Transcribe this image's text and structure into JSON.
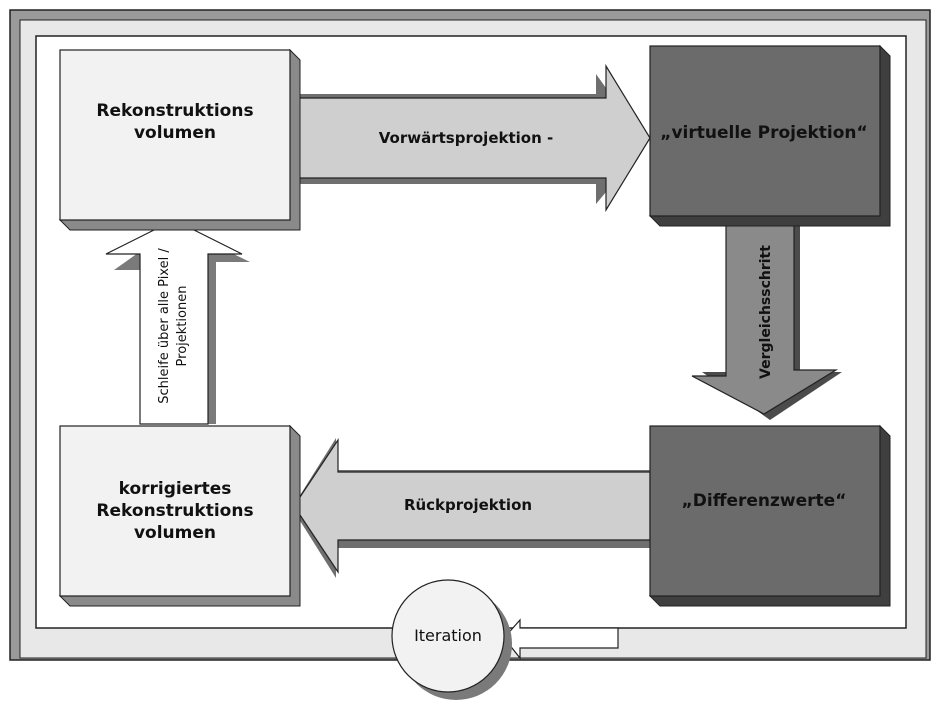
{
  "nodes": {
    "reconstruction_volume": {
      "lines": [
        "Rekonstruktions",
        "volumen"
      ]
    },
    "virtual_projection": {
      "label": "„virtuelle Projektion“"
    },
    "difference_values": {
      "label": "„Differenzwerte“"
    },
    "corrected_volume": {
      "lines": [
        "korrigiertes",
        "Rekonstruktions",
        "volumen"
      ]
    },
    "iteration": {
      "label": "Iteration"
    }
  },
  "edges": {
    "forward_projection": {
      "label": "Vorwärtsprojektion -"
    },
    "comparison_step": {
      "label": "Vergleichsschritt"
    },
    "back_projection": {
      "label": "Rückprojektion"
    },
    "loop": {
      "lines": [
        "Schleife über alle Pixel /",
        "Projektionen"
      ]
    }
  },
  "colors": {
    "light_box": "#f2f2f2",
    "dark_box": "#6b6b6b",
    "arrow_fill": "#c8c8c8",
    "shadow": "#8a8a8a",
    "dark_shadow": "#3f3f3f"
  }
}
